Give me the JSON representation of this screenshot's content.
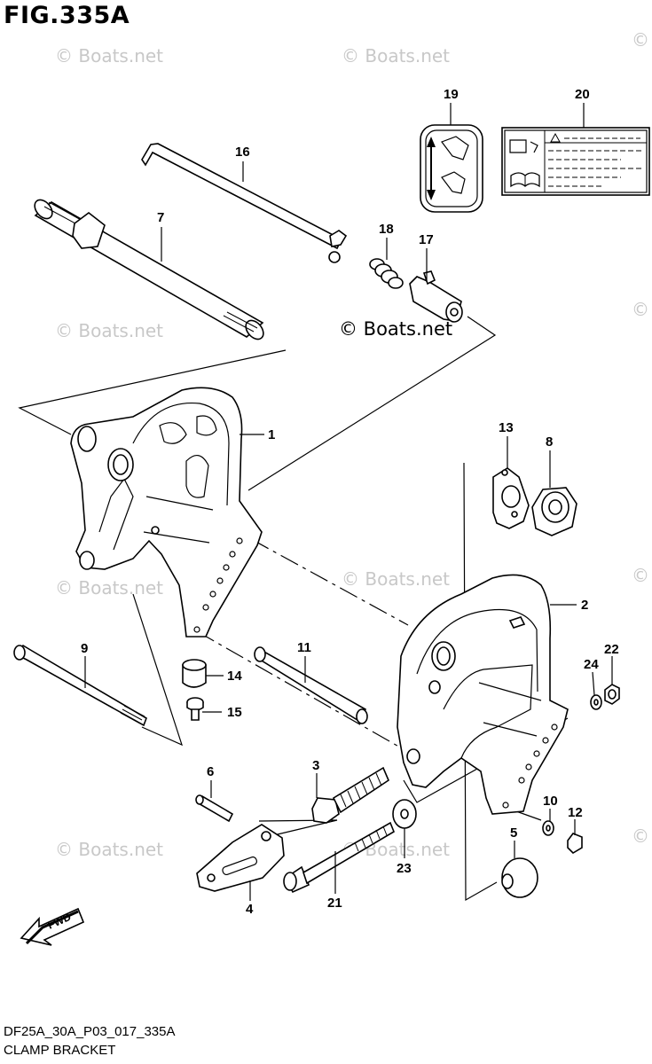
{
  "figure": {
    "title": "FIG.335A",
    "code": "DF25A_30A_P03_017_335A",
    "caption": "CLAMP BRACKET"
  },
  "watermark": {
    "text": "© Boats.net",
    "dark_text": "© Boats.net"
  },
  "fwd_label": "FWD",
  "callouts": {
    "c1": "1",
    "c2": "2",
    "c3": "3",
    "c4": "4",
    "c5": "5",
    "c6": "6",
    "c7": "7",
    "c8": "8",
    "c9": "9",
    "c10": "10",
    "c11": "11",
    "c12": "12",
    "c13": "13",
    "c14": "14",
    "c15": "15",
    "c16": "16",
    "c17": "17",
    "c18": "18",
    "c19": "19",
    "c20": "20",
    "c21": "21",
    "c22": "22",
    "c23": "23",
    "c24": "24"
  },
  "icons": [
    "fwd-arrow-icon",
    "warning-triangle-icon",
    "manual-book-icon",
    "up-down-arrow-icon"
  ]
}
